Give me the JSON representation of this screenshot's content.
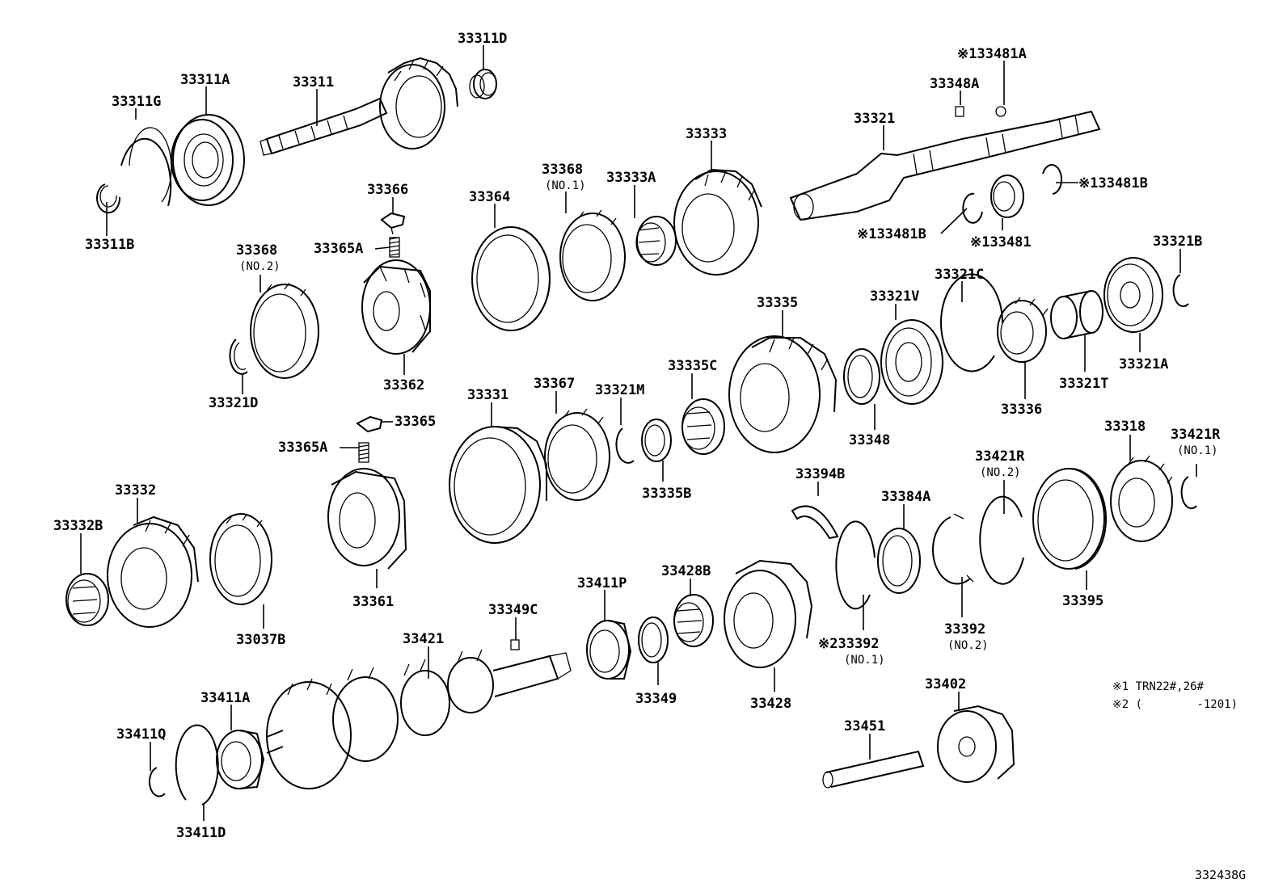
{
  "labels": {
    "l33311D": "33311D",
    "l33311A": "33311A",
    "l33311": "33311",
    "l33311G": "33311G",
    "l33311B": "33311B",
    "l33366": "33366",
    "l33365A_1": "33365A",
    "l33368_2": "33368",
    "l33368_2_sub": "(NO.2)",
    "l33321D": "33321D",
    "l33362": "33362",
    "l33364": "33364",
    "l33368_1": "33368",
    "l33368_1_sub": "(NO.1)",
    "l33333A": "33333A",
    "l33333": "33333",
    "l133481A": "※133481A",
    "l33348A": "33348A",
    "l33321": "33321",
    "l133481B_r": "※133481B",
    "l133481B_l": "※133481B",
    "l133481": "※133481",
    "l33321B": "33321B",
    "l33321C": "33321C",
    "l33321V": "33321V",
    "l33335": "33335",
    "l33321A": "33321A",
    "l33321T": "33321T",
    "l33336": "33336",
    "l33348": "33348",
    "l33331": "33331",
    "l33367": "33367",
    "l33321M": "33321M",
    "l33335C": "33335C",
    "l33335B": "33335B",
    "l33365": "33365",
    "l33365A_2": "33365A",
    "l33332": "33332",
    "l33332B": "33332B",
    "l33037B": "33037B",
    "l33361": "33361",
    "l33394B": "33394B",
    "l33384A": "33384A",
    "l33421R_2": "33421R",
    "l33421R_2_sub": "(NO.2)",
    "l33318": "33318",
    "l33421R_1": "33421R",
    "l33421R_1_sub": "(NO.1)",
    "l33395": "33395",
    "l33392_2": "33392",
    "l33392_2_sub": "(NO.2)",
    "l33392_1": "※233392",
    "l33392_1_sub": "(NO.1)",
    "l33411P": "33411P",
    "l33428B": "33428B",
    "l33349C": "33349C",
    "l33421": "33421",
    "l33349": "33349",
    "l33428": "33428",
    "l33411A": "33411A",
    "l33411Q": "33411Q",
    "l33411D": "33411D",
    "l33402": "33402",
    "l33451": "33451"
  },
  "notes": {
    "note1": "※1 TRN22#,26#",
    "note2": "※2 (        -1201)"
  },
  "reference": "332438G"
}
